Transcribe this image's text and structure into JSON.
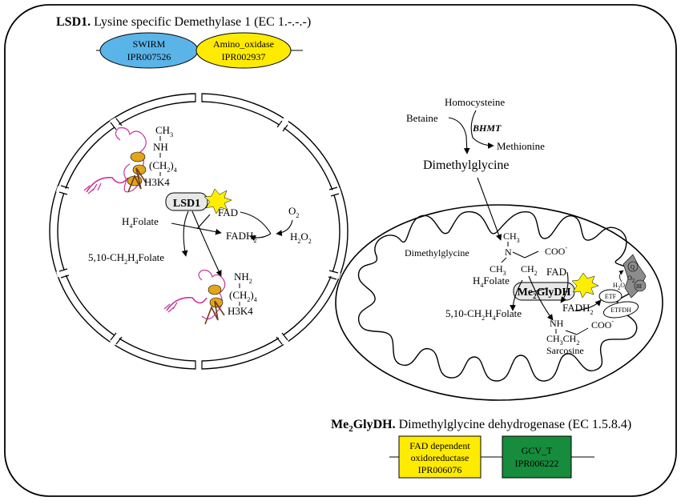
{
  "lsd1": {
    "title_bold": "LSD1.",
    "title_rest": " Lysine specific Demethylase 1 (EC 1.-.-.-)",
    "domain1": {
      "name": "SWIRM",
      "id": "IPR007526",
      "color": "#5ab4e8"
    },
    "domain2": {
      "name": "Amino_oxidase",
      "id": "IPR002937",
      "color": "#ffeb00"
    }
  },
  "nucleus": {
    "top_ch3": "CH",
    "top_sub3": "3",
    "top_nh": "NH",
    "top_ch2": "(CH",
    "top_ch2_sub": "2",
    "top_ch2_close": ")",
    "top_ch2_sub4": "4",
    "top_h3k4": "H3K4",
    "enzyme": "LSD1",
    "fad": "FAD",
    "o2": "O",
    "o2_sub": "2",
    "h4folate_h": "H",
    "h4folate_sub": "4",
    "h4folate_rest": "Folate",
    "fadh2": "FADH",
    "fadh2_sub": "2",
    "h2o2_h": "H",
    "h2o2_sub1": "2",
    "h2o2_o": "O",
    "h2o2_sub2": "2",
    "methf_a": "5,10-CH",
    "methf_sub1": "2",
    "methf_b": "H",
    "methf_sub2": "4",
    "methf_c": "Folate",
    "bot_nh2": "NH",
    "bot_nh2_sub": "2",
    "bot_ch2": "(CH",
    "bot_ch2_sub": "2",
    "bot_ch2_close": ")",
    "bot_ch2_sub4": "4",
    "bot_h3k4": "H3K4"
  },
  "cytosol": {
    "homocysteine": "Homocysteine",
    "betaine": "Betaine",
    "bhmt": "BHMT",
    "methionine": "Methionine",
    "dimethylglycine": "Dimethylglycine"
  },
  "mito": {
    "dmg_label": "Dimethylglycine",
    "ch3_top": "CH",
    "ch3_top_sub": "3",
    "n": "N",
    "coo": "COO",
    "coo_sup": "-",
    "ch3_left": "CH",
    "ch3_left_sub": "3",
    "ch2": "CH",
    "ch2_sub": "2",
    "fad": "FAD",
    "h4folate_h": "H",
    "h4folate_sub": "4",
    "h4folate_rest": "Folate",
    "enzyme_a": "Me",
    "enzyme_sub": "2",
    "enzyme_b": "GlyDH",
    "h2o": "H",
    "h2o_sub": "2",
    "h2o_o": "O",
    "o2": "O",
    "o2_sub": "2",
    "q": "Q",
    "iii": "III",
    "etf": "ETF",
    "etfdh": "ETFDH",
    "methf_a": "5,10-CH",
    "methf_sub1": "2",
    "methf_b": "H",
    "methf_sub2": "4",
    "methf_c": "Folate",
    "fadh2": "FADH",
    "fadh2_sub": "2",
    "nh": "NH",
    "coo2": "COO",
    "coo2_sup": "-",
    "sar_ch3": "CH",
    "sar_ch3_sub": "3",
    "sar_ch2": "CH",
    "sar_ch2_sub": "2",
    "sarcosine": "Sarcosine"
  },
  "me2glydh": {
    "title_a": "Me",
    "title_sub": "2",
    "title_b": "GlyDH.",
    "title_rest": " Dimethylglycine dehydrogenase (EC 1.5.8.4)",
    "domain1": {
      "line1": "FAD dependent",
      "line2": "oxidoreductase",
      "id": "IPR006076",
      "color": "#ffeb00"
    },
    "domain2": {
      "name": "GCV_T",
      "id": "IPR006222",
      "color": "#168c3c"
    }
  },
  "colors": {
    "star": "#ffee00",
    "protein_pink": "#c9359a",
    "protein_orange": "#e2a51b",
    "enzyme_box": "#e8e8e8",
    "complex_gray": "#8c8c8c"
  }
}
